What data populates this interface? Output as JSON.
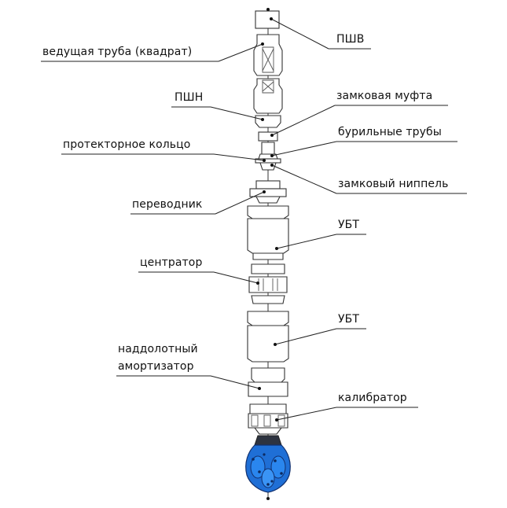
{
  "labels": {
    "pshv": "ПШВ",
    "kelly": "ведущая труба (квадрат)",
    "pshn": "ПШН",
    "tool_joint_box": "замковая муфта",
    "drill_pipes": "бурильные трубы",
    "protector_ring": "протекторное кольцо",
    "tool_joint_pin": "замковый ниппель",
    "sub": "переводник",
    "dc_upper": "УБТ",
    "centralizer": "центратор",
    "dc_lower": "УБТ",
    "shock_absorber_line1": "наддолотный",
    "shock_absorber_line2": "амортизатор",
    "stabilizer": "калибратор"
  },
  "colors": {
    "line": "#222222",
    "bit_blue": "#1f6fd6",
    "bit_dark": "#12306e"
  }
}
